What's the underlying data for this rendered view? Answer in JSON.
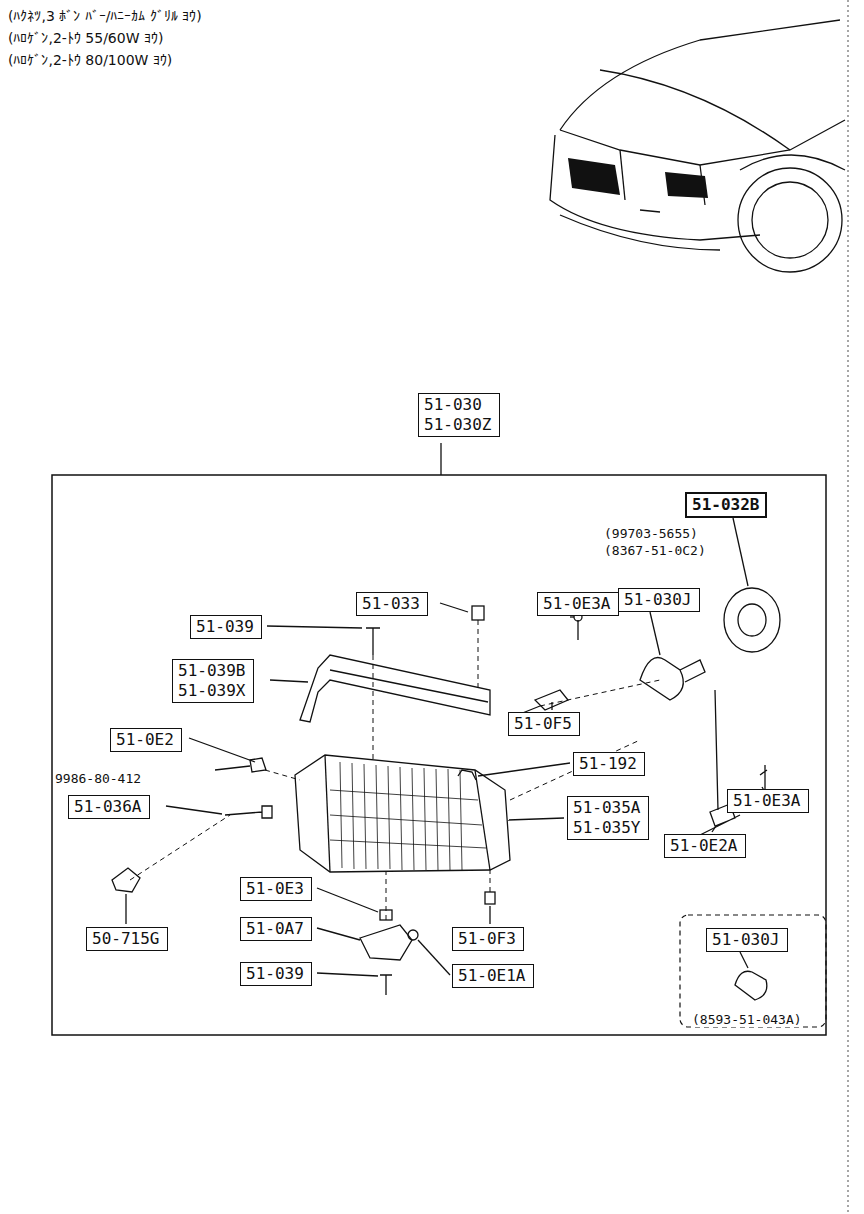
{
  "diagram": {
    "nodes": [
      {
        "text": [
          "51-030",
          "51-030Z"
        ]
      },
      {
        "text": [
          "51-032B"
        ]
      },
      {
        "text": [
          "51-030J"
        ]
      },
      {
        "text": [
          "51-033"
        ]
      },
      {
        "text": [
          "51-0E3A"
        ]
      },
      {
        "text": [
          "51-039"
        ]
      },
      {
        "text": [
          "51-039B",
          "51-039X"
        ]
      },
      {
        "text": [
          "51-0F5"
        ]
      },
      {
        "text": [
          "51-0E2"
        ]
      },
      {
        "text": [
          "51-192"
        ]
      },
      {
        "text": [
          "51-035A",
          "51-035Y"
        ]
      },
      {
        "text": [
          "51-036A"
        ]
      },
      {
        "text": [
          "51-0E3A"
        ]
      },
      {
        "text": [
          "51-0E2A"
        ]
      },
      {
        "text": [
          "51-0E3"
        ]
      },
      {
        "text": [
          "50-715G"
        ]
      },
      {
        "text": [
          "51-0A7"
        ]
      },
      {
        "text": [
          "51-0F3"
        ]
      },
      {
        "text": [
          "51-039"
        ]
      },
      {
        "text": [
          "51-0E1A"
        ]
      },
      {
        "text": [
          "51-030J"
        ]
      }
    ],
    "labels": [
      "(ﾊｸﾈﾂ,3 ﾎﾞﾝ ﾊﾞｰ/ﾊﾆｰｶﾑ ｸﾞﾘﾙ ﾖｳ)",
      "(ﾊﾛｹﾞﾝ,2-ﾄｳ 55/60W ﾖｳ)",
      "(ﾊﾛｹﾞﾝ,2-ﾄｳ 80/100W ﾖｳ)",
      "(99703-5655)",
      "(8367-51-0C2)",
      "9986-80-412",
      "(8593-51-043A)"
    ]
  }
}
